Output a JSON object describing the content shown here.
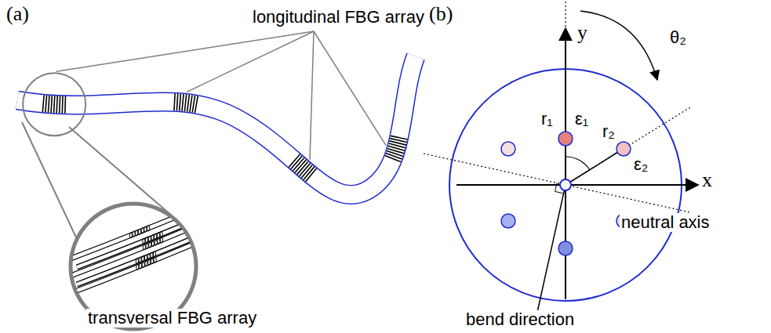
{
  "diagram": {
    "labels": [
      "(a)",
      "longitudinal FBG array",
      "transversal FBG array",
      "(b)",
      "y",
      "θ₂",
      "r₁",
      "ε₁",
      "r₂",
      "ε₂",
      "x",
      "neutral axis",
      "bend direction"
    ]
  }
}
